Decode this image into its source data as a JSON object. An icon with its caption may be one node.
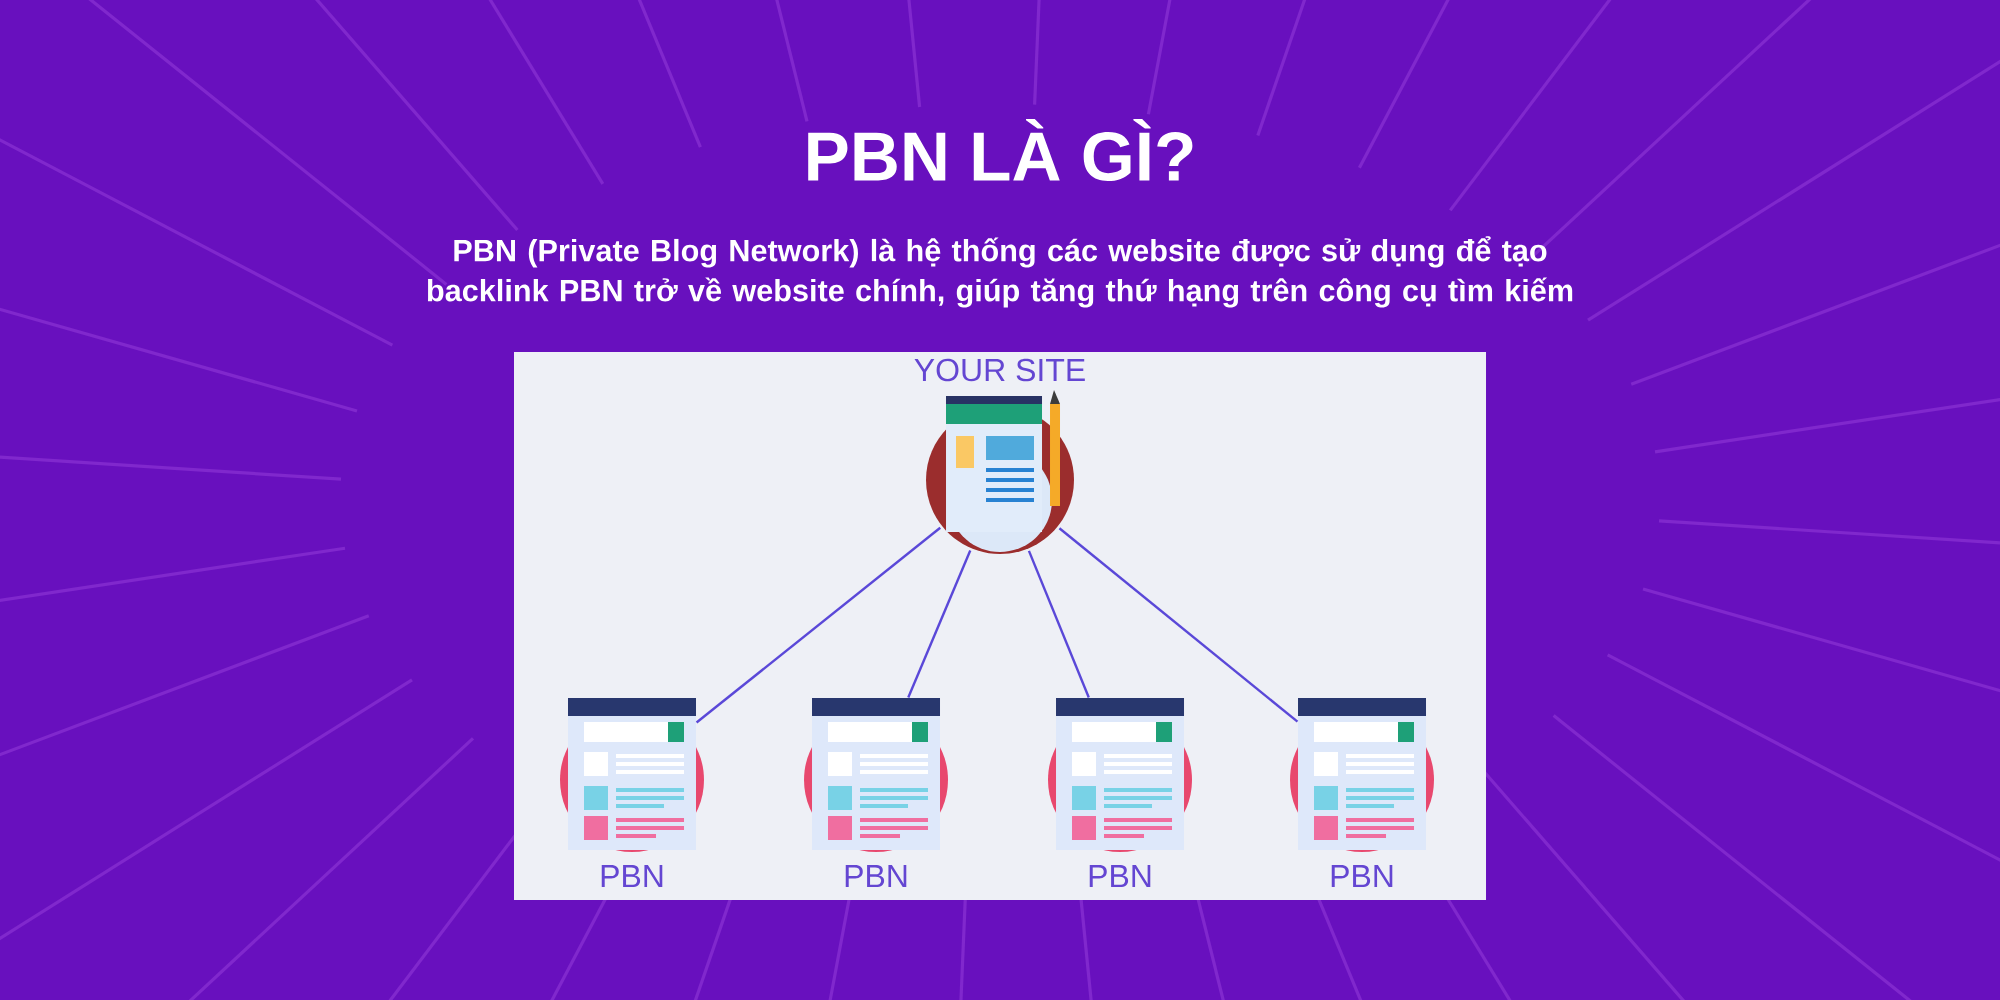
{
  "diagram": {
    "title": "PBN LÀ GÌ?",
    "caption": "PBN (Private Blog Network) là hệ thống các website được sử dụng để tạo backlink PBN trở về website chính, giúp tăng thứ hạng trên công cụ tìm kiếm",
    "nodes": [
      {
        "text": [
          "YOUR SITE"
        ]
      },
      {
        "text": [
          "PBN"
        ]
      },
      {
        "text": [
          "PBN"
        ]
      },
      {
        "text": [
          "PBN"
        ]
      },
      {
        "text": [
          "PBN"
        ]
      }
    ],
    "edges": [
      {
        "from": 0,
        "to": 1,
        "arrow": "none"
      },
      {
        "from": 0,
        "to": 2,
        "arrow": "none"
      },
      {
        "from": 0,
        "to": 3,
        "arrow": "none"
      },
      {
        "from": 0,
        "to": 4,
        "arrow": "none"
      }
    ]
  }
}
